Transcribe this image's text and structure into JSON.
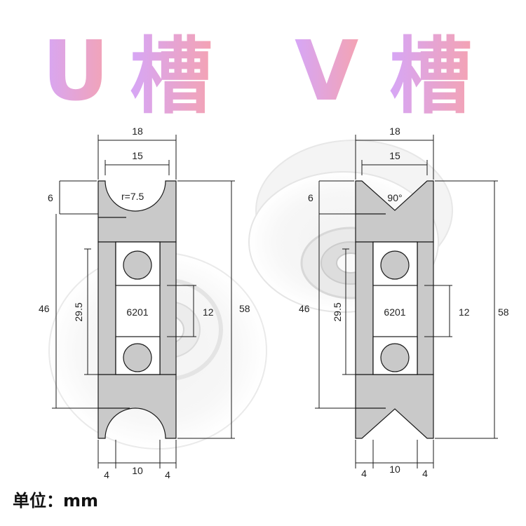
{
  "title": {
    "u_letter": "U",
    "u_char": "槽",
    "v_letter": "V",
    "v_char": "槽",
    "gradient": [
      "#d9a6f5",
      "#f2a6b6"
    ]
  },
  "u_groove": {
    "outer_width": "18",
    "groove_width": "15",
    "radius": "r=7.5",
    "groove_depth": "6",
    "bore_span": "46",
    "bearing_span": "29.5",
    "bearing_model": "6201",
    "bearing_width": "12",
    "overall_diameter": "58",
    "rim_left": "4",
    "hub_width": "10",
    "rim_right": "4"
  },
  "v_groove": {
    "outer_width": "18",
    "groove_width": "15",
    "angle": "90°",
    "groove_depth": "6",
    "bore_span": "46",
    "bearing_span": "29.5",
    "bearing_model": "6201",
    "bearing_width": "12",
    "overall_diameter": "58",
    "rim_left": "4",
    "hub_width": "10",
    "rim_right": "4"
  },
  "unit_label": "单位：mm",
  "colors": {
    "section_fill": "#c9c9c9",
    "line": "#1a1a1a"
  }
}
